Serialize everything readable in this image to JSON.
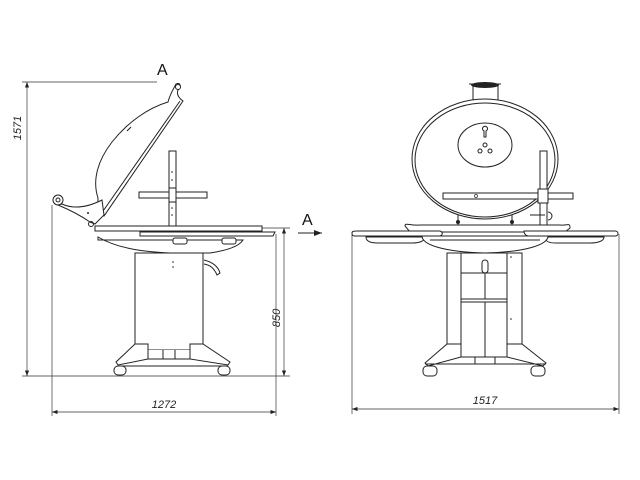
{
  "drawing": {
    "section_marker_top": "A",
    "section_marker_right": "A",
    "side_view": {
      "height_dim": "1571",
      "table_height_dim": "850",
      "width_dim": "1272"
    },
    "front_view": {
      "width_dim": "1517"
    }
  }
}
